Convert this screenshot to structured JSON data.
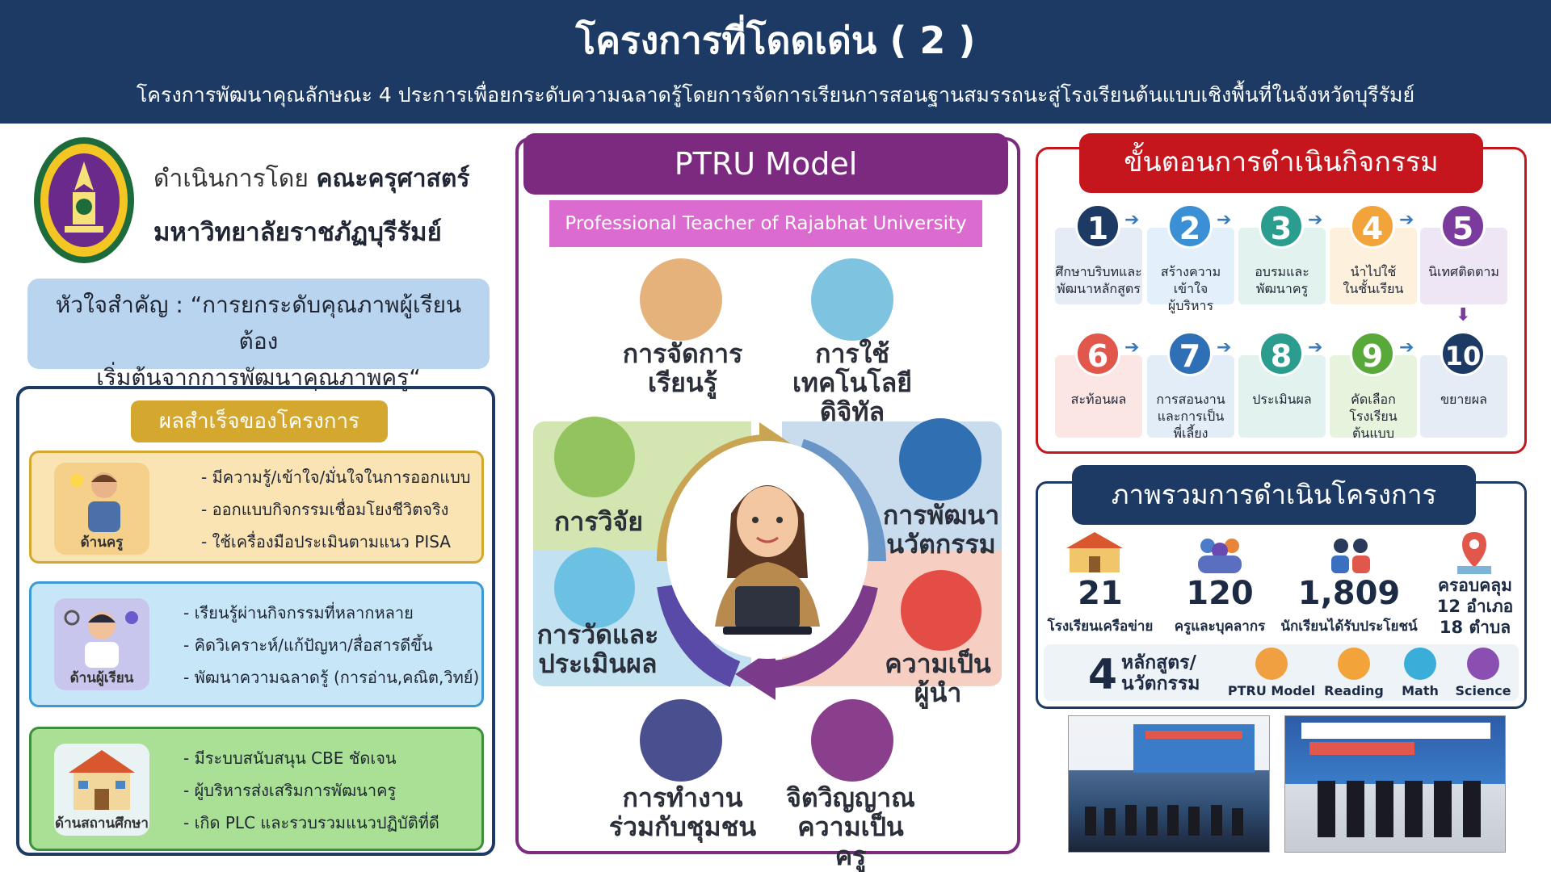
{
  "header": {
    "title": "โครงการที่โดดเด่น ( 2 )",
    "subtitle": "โครงการพัฒนาคุณลักษณะ 4 ประการเพื่อยกระดับความฉลาดรู้โดยการจัดการเรียนการสอนฐานสมรรถนะสู่โรงเรียนต้นแบบเชิงพื้นที่ในจังหวัดบุรีรัมย์"
  },
  "org": {
    "prefix": "ดำเนินการโดย",
    "faculty": "คณะครุศาสตร์",
    "university": "มหาวิทยาลัยราชภัฏบุรีรัมย์"
  },
  "heart": {
    "line1": "หัวใจสำคัญ : “การยกระดับคุณภาพผู้เรียนต้อง",
    "line2": "เริ่มต้นจากการพัฒนาคุณภาพครู“"
  },
  "achievements": {
    "title": "ผลสำเร็จของโครงการ",
    "groups": [
      {
        "label": "ด้านครู",
        "items": [
          "- มีความรู้/เข้าใจ/มั่นใจในการออกแบบ",
          "- ออกแบบกิจกรรมเชื่อมโยงชีวิตจริง",
          "- ใช้เครื่องมือประเมินตามแนว PISA"
        ]
      },
      {
        "label": "ด้านผู้เรียน",
        "items": [
          "- เรียนรู้ผ่านกิจกรรมที่หลากหลาย",
          "- คิดวิเคราะห์/แก้ปัญหา/สื่อสารดีขึ้น",
          "- พัฒนาความฉลาดรู้ (การอ่าน,คณิต,วิทย์)"
        ]
      },
      {
        "label": "ด้านสถานศึกษา",
        "items": [
          "- มีระบบสนับสนุน CBE ชัดเจน",
          "- ผู้บริหารส่งเสริมการพัฒนาครู",
          "- เกิด PLC และรวบรวมแนวปฏิบัติที่ดี"
        ]
      }
    ]
  },
  "ptru": {
    "title": "PTRU Model",
    "subtitle": "Professional Teacher of Rajabhat University",
    "elements": [
      {
        "l1": "การจัดการ",
        "l2": "เรียนรู้"
      },
      {
        "l1": "การใช้เทคโนโลยี",
        "l2": "ดิจิทัล"
      },
      {
        "l1": "การวิจัย",
        "l2": ""
      },
      {
        "l1": "การพัฒนา",
        "l2": "นวัตกรรม"
      },
      {
        "l1": "การวัดและ",
        "l2": "ประเมินผล"
      },
      {
        "l1": "ความเป็นผู้นำ",
        "l2": ""
      },
      {
        "l1": "การทำงาน",
        "l2": "ร่วมกับชุมชน"
      },
      {
        "l1": "จิตวิญญาณ",
        "l2": "ความเป็นครู"
      }
    ]
  },
  "steps": {
    "title": "ขั้นตอนการดำเนินกิจกรรม",
    "items": [
      {
        "n": "1",
        "l1": "ศึกษาบริบทและ",
        "l2": "พัฒนาหลักสูตร",
        "l3": "",
        "color": "#1c3a63"
      },
      {
        "n": "2",
        "l1": "สร้างความเข้าใจ",
        "l2": "ผู้บริหาร",
        "l3": "",
        "color": "#3b8fd4"
      },
      {
        "n": "3",
        "l1": "อบรมและ",
        "l2": "พัฒนาครู",
        "l3": "",
        "color": "#2a9d8f"
      },
      {
        "n": "4",
        "l1": "นำไปใช้",
        "l2": "ในชั้นเรียน",
        "l3": "",
        "color": "#f2a33a"
      },
      {
        "n": "5",
        "l1": "นิเทศติดตาม",
        "l2": "",
        "l3": "",
        "color": "#7b3b9e"
      },
      {
        "n": "6",
        "l1": "สะท้อนผล",
        "l2": "",
        "l3": "",
        "color": "#e2574c"
      },
      {
        "n": "7",
        "l1": "การสอนงาน",
        "l2": "และการเป็น",
        "l3": "พี่เลี้ยง",
        "color": "#2e6fb5"
      },
      {
        "n": "8",
        "l1": "ประเมินผล",
        "l2": "",
        "l3": "",
        "color": "#2a9d8f"
      },
      {
        "n": "9",
        "l1": "คัดเลือก",
        "l2": "โรงเรียน",
        "l3": "ต้นแบบ",
        "color": "#58a83a"
      },
      {
        "n": "10",
        "l1": "ขยายผล",
        "l2": "",
        "l3": "",
        "color": "#1c3a63"
      }
    ]
  },
  "overview": {
    "title": "ภาพรวมการดำเนินโครงการ",
    "stats": [
      {
        "value": "21",
        "label": "โรงเรียนเครือข่าย"
      },
      {
        "value": "120",
        "label": "ครูและบุคลากร"
      },
      {
        "value": "1,809",
        "label": "นักเรียนได้รับประโยชน์"
      }
    ],
    "coverage": {
      "l1": "ครอบคลุม",
      "l2": "12 อำเภอ",
      "l3": "18 ตำบล"
    },
    "courses": {
      "value": "4",
      "l1": "หลักสูตร/",
      "l2": "นวัตกรรม"
    },
    "course_items": [
      "PTRU Model",
      "Reading",
      "Math",
      "Science"
    ]
  }
}
